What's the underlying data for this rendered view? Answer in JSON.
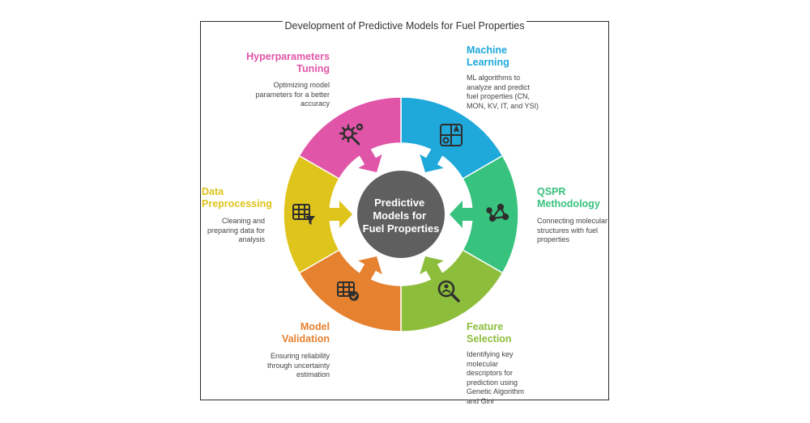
{
  "title": "Development of Predictive Models for Fuel Properties",
  "center": {
    "lines": [
      "Predictive",
      "Models for",
      "Fuel Properties"
    ],
    "color": "#5f5f5f"
  },
  "stages": {
    "hyperparameters": {
      "title": "Hyperparameters Tuning",
      "description": "Optimizing model parameters for a better accuracy",
      "color": "#e055a8",
      "icon": "gear-wrench-icon"
    },
    "machine_learning": {
      "title": "Machine Learning",
      "description": "ML algorithms to analyze and predict fuel properties (CN, MON, KV, IT, and YSI)",
      "color": "#1fa8da",
      "icon": "robot-letter-icon"
    },
    "qspr": {
      "title": "QSPR Methodology",
      "description": "Connecting molecular structures with fuel properties",
      "color": "#37c27e",
      "icon": "molecule-icon"
    },
    "feature_selection": {
      "title": "Feature Selection",
      "description": "Identifying key molecular descriptors for prediction using Genetic Algorithm and Gini",
      "color": "#8cbd3b",
      "icon": "person-search-icon"
    },
    "model_validation": {
      "title": "Model Validation",
      "description": "Ensuring reliability through uncertainty estimation",
      "color": "#e5812f",
      "icon": "table-check-icon"
    },
    "data_preprocessing": {
      "title": "Data Preprocessing",
      "description": "Cleaning and preparing data for analysis",
      "color": "#dfc41b",
      "icon": "table-filter-icon"
    }
  }
}
